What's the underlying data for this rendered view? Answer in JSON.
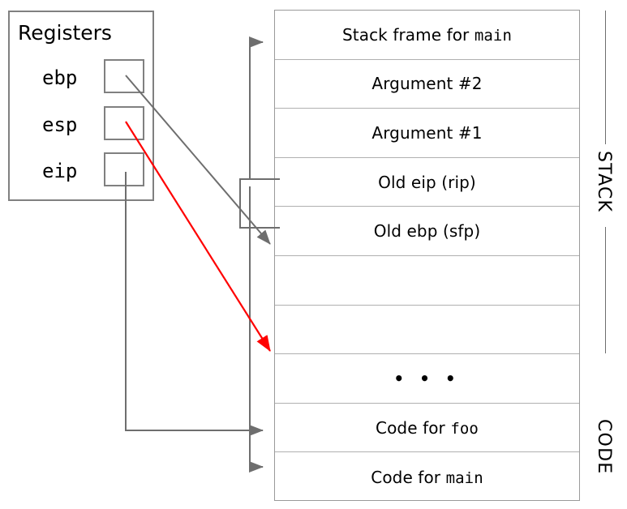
{
  "diagram": {
    "title": "x86 stack and registers diagram",
    "colors": {
      "stroke_gray": "#6e6e6e",
      "box_gray": "#808080",
      "grid_gray": "#b0b0b0",
      "pointer_red": "#ff0000",
      "text_black": "#000000",
      "background": "#ffffff"
    }
  },
  "registers": {
    "title": "Registers",
    "items": [
      {
        "name": "ebp",
        "label": "ebp",
        "value": ""
      },
      {
        "name": "esp",
        "label": "esp",
        "value": ""
      },
      {
        "name": "eip",
        "label": "eip",
        "value": ""
      }
    ]
  },
  "memory": {
    "rows": [
      {
        "id": "stack-frame-main",
        "text_prefix": "Stack frame for ",
        "text_mono": "main",
        "text_suffix": ""
      },
      {
        "id": "argument-2",
        "text_prefix": "Argument #2",
        "text_mono": "",
        "text_suffix": ""
      },
      {
        "id": "argument-1",
        "text_prefix": "Argument #1",
        "text_mono": "",
        "text_suffix": ""
      },
      {
        "id": "old-eip-rip",
        "text_prefix": "Old eip (rip)",
        "text_mono": "",
        "text_suffix": ""
      },
      {
        "id": "old-ebp-sfp",
        "text_prefix": "Old ebp (sfp)",
        "text_mono": "",
        "text_suffix": ""
      },
      {
        "id": "empty-1",
        "text_prefix": "",
        "text_mono": "",
        "text_suffix": ""
      },
      {
        "id": "empty-2",
        "text_prefix": "",
        "text_mono": "",
        "text_suffix": ""
      },
      {
        "id": "ellipsis",
        "text_prefix": "• • •",
        "text_mono": "",
        "text_suffix": ""
      },
      {
        "id": "code-for-foo",
        "text_prefix": "Code for ",
        "text_mono": "foo",
        "text_suffix": ""
      },
      {
        "id": "code-for-main",
        "text_prefix": "Code for ",
        "text_mono": "main",
        "text_suffix": ""
      }
    ]
  },
  "sections": [
    {
      "id": "stack",
      "label": "STACK"
    },
    {
      "id": "code",
      "label": "CODE"
    }
  ],
  "connectors": [
    {
      "id": "ebp-to-old-ebp",
      "from": "register-ebp",
      "to": "row-old-ebp-sfp",
      "color": "#6e6e6e",
      "style": "diagonal-arrow"
    },
    {
      "id": "esp-to-stack-slot",
      "from": "register-esp",
      "to": "row-empty-2-boundary",
      "color": "#ff0000",
      "style": "diagonal-arrow"
    },
    {
      "id": "eip-to-code-foo",
      "from": "register-eip",
      "to": "row-code-for-foo",
      "color": "#6e6e6e",
      "style": "elbow-arrow"
    },
    {
      "id": "stack-top-pointer",
      "from": "row-old-eip-rip-left",
      "to": "row-stack-frame-main",
      "color": "#6e6e6e",
      "style": "elbow-arrow"
    },
    {
      "id": "return-pointer",
      "from": "row-old-ebp-left",
      "to": "row-code-for-main",
      "color": "#6e6e6e",
      "style": "elbow-arrow"
    }
  ]
}
